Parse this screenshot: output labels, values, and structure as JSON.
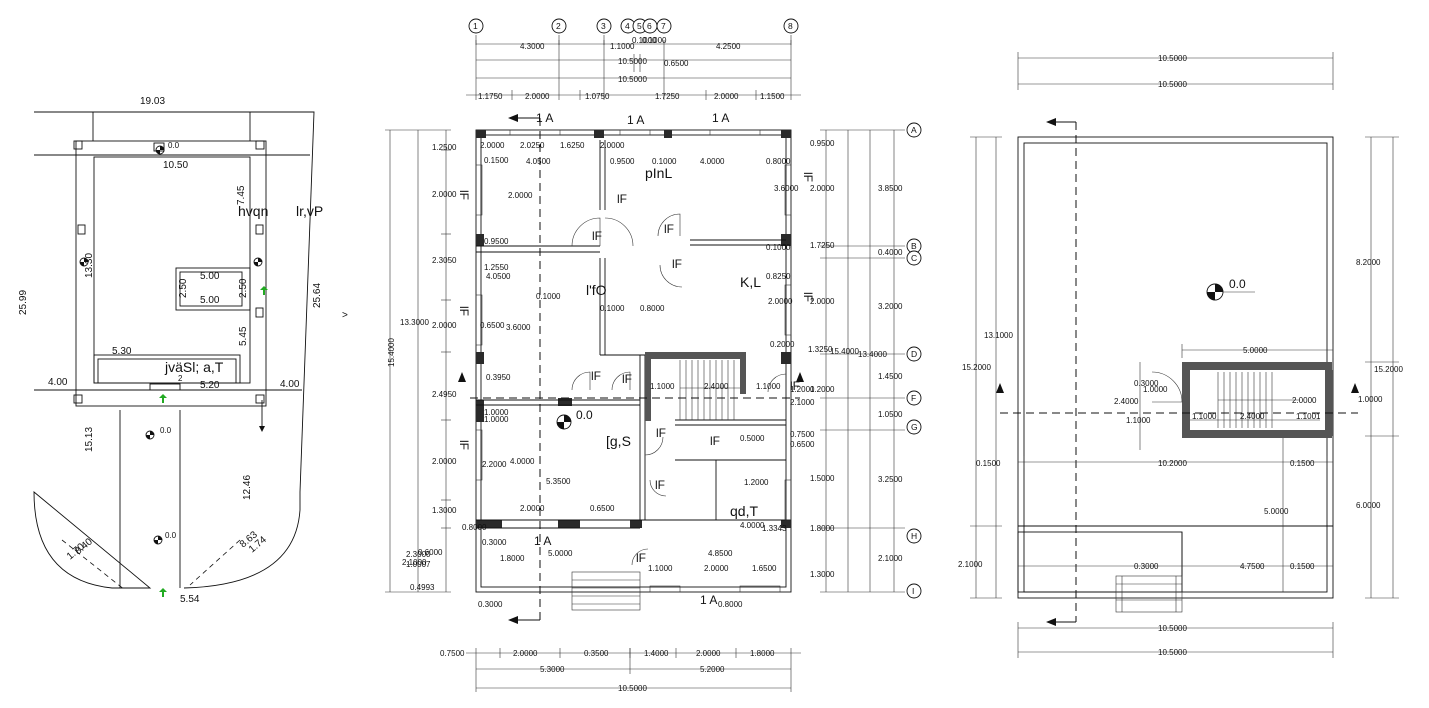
{
  "site_plan": {
    "top_dim": "19.03",
    "inner_top_dim": "10.50",
    "left_outer_dim": "25.99",
    "right_outer_dim": "25.64",
    "left_inner_dim": "13.30",
    "right_inner_top_dim": "7.45",
    "room_dim_a": "5.00",
    "room_dim_b": "5.00",
    "room_dim_c": "2.50",
    "room_dim_d": "2.50",
    "right_mid_dim": "5.45",
    "porch_dim": "5.30",
    "porch_dim_b": "5.20",
    "left_setback": "4.00",
    "right_setback": "4.00",
    "lower_left_dim": "15.13",
    "lower_right_dim": "12.46",
    "diag_a": "8.40",
    "diag_b": "1.70",
    "diag_c": "8.63",
    "diag_d": "1.74",
    "gate_dim": "5.54",
    "label_a": "hvqn",
    "label_b": "lr,vP",
    "label_c": "jväSl; a,T",
    "label_d": "2",
    "level": "0.0",
    "mark": ">"
  },
  "ground_floor": {
    "grid_top": [
      "1",
      "2",
      "3",
      "4",
      "5",
      "6",
      "7",
      "8"
    ],
    "grid_right": [
      "A",
      "B",
      "C",
      "D",
      "F",
      "G",
      "H",
      "I"
    ],
    "top_dims_row1": [
      "4.3000",
      "1.1000",
      "0.1000",
      "0.1000",
      "4.2500"
    ],
    "top_dims_row2": "10.5000",
    "top_dims_row2b": "0.6500",
    "top_dims_row3": "10.5000",
    "top_dims_row4": [
      "1.1750",
      "2.0000",
      "1.0750",
      "1.7250",
      "2.0000",
      "1.1500"
    ],
    "left_dims_outer": "15.4000",
    "left_dims_inner": "13.3000",
    "left_dims": [
      "1.2500",
      "2.0000",
      "2.3050",
      "2.0000",
      "2.4950",
      "2.0000",
      "1.3000",
      "2.1000",
      "0.6000"
    ],
    "right_dims_a": [
      "0.9500",
      "2.0000",
      "1.7250",
      "2.0000",
      "1.3250",
      "1.2000",
      "1.5000",
      "1.8000",
      "1.3000"
    ],
    "right_dims_b": [
      "3.8500",
      "0.4000",
      "3.2000",
      "1.4500",
      "1.0500",
      "3.2500",
      "2.1000"
    ],
    "right_total_a": "15.4000",
    "right_total_b": "13.4000",
    "bottom_dims_row1": [
      "0.7500",
      "2.0000",
      "0.3500",
      "1.4000",
      "2.0000",
      "1.8000"
    ],
    "bottom_dims_row2": [
      "5.3000",
      "5.2000"
    ],
    "bottom_dims_row3": "10.5000",
    "interior_dims": [
      "2.0000",
      "2.0250",
      "1.6250",
      "2.0000",
      "0.1500",
      "4.0500",
      "0.9500",
      "0.1000",
      "4.0000",
      "0.8000",
      "3.6000",
      "2.0000",
      "0.9500",
      "0.1000",
      "0.8000",
      "0.1000",
      "1.2550",
      "4.0500",
      "0.1000",
      "0.8250",
      "3.6000",
      "0.6500",
      "2.0000",
      "0.2000",
      "0.3950",
      "1.1000",
      "2.4000",
      "1.1000",
      "1.2000",
      "2.1000",
      "1.0000",
      "0.7500",
      "4.0000",
      "0.5000",
      "2.2000",
      "0.6500",
      "5.3500",
      "1.2000",
      "2.0000",
      "0.6500",
      "4.0000",
      "1.3343",
      "0.8000",
      "0.3000",
      "5.0000",
      "4.8500",
      "1.8000",
      "1.1000",
      "2.0000",
      "1.6500",
      "1.0007",
      "0.4993",
      "0.3000",
      "0.8000",
      "2.3000",
      "1.0000"
    ],
    "rooms": [
      "pInL",
      "l'fO",
      "K,L",
      "[g,S",
      "qd,T"
    ],
    "door_tag": "lF",
    "section_tag": "1 A",
    "level": "0.0"
  },
  "roof_plan": {
    "top_dim_a": "10.5000",
    "top_dim_b": "10.5000",
    "left_dims": [
      "13.1000",
      "15.2000",
      "2.1000"
    ],
    "right_dims": [
      "8.2000",
      "15.2000",
      "6.0000"
    ],
    "right_mid": "1.0000",
    "stair_top": "5.0000",
    "stair_dims": [
      "0.3000",
      "1.0000",
      "2.4000",
      "1.1000",
      "1.1000",
      "2.4000",
      "1.1001",
      "2.0000"
    ],
    "mid_row": [
      "0.1500",
      "10.2000",
      "0.1500"
    ],
    "mid_vertical": "5.0000",
    "lower_row": [
      "0.3000",
      "4.7500",
      "0.1500"
    ],
    "bottom_dim_a": "10.5000",
    "bottom_dim_b": "10.5000",
    "level": "0.0"
  }
}
